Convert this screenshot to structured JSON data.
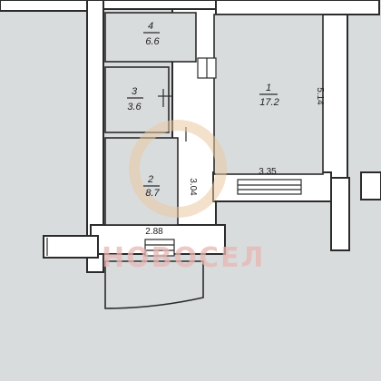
{
  "rooms": [
    {
      "number": "1",
      "area": "17.2"
    },
    {
      "number": "2",
      "area": "8.7"
    },
    {
      "number": "3",
      "area": "3.6"
    },
    {
      "number": "4",
      "area": "6.6"
    }
  ],
  "dimensions": {
    "room1_height": "5.14",
    "room1_width": "3.35",
    "room2_height": "3.04",
    "room2_width": "2.88"
  },
  "watermark": {
    "text": "НОВОСЕЛ",
    "color": "#e0a8a6"
  },
  "colors": {
    "wall": "#ffffff",
    "line": "#2b2b2b",
    "room": "#d9dcdd"
  }
}
